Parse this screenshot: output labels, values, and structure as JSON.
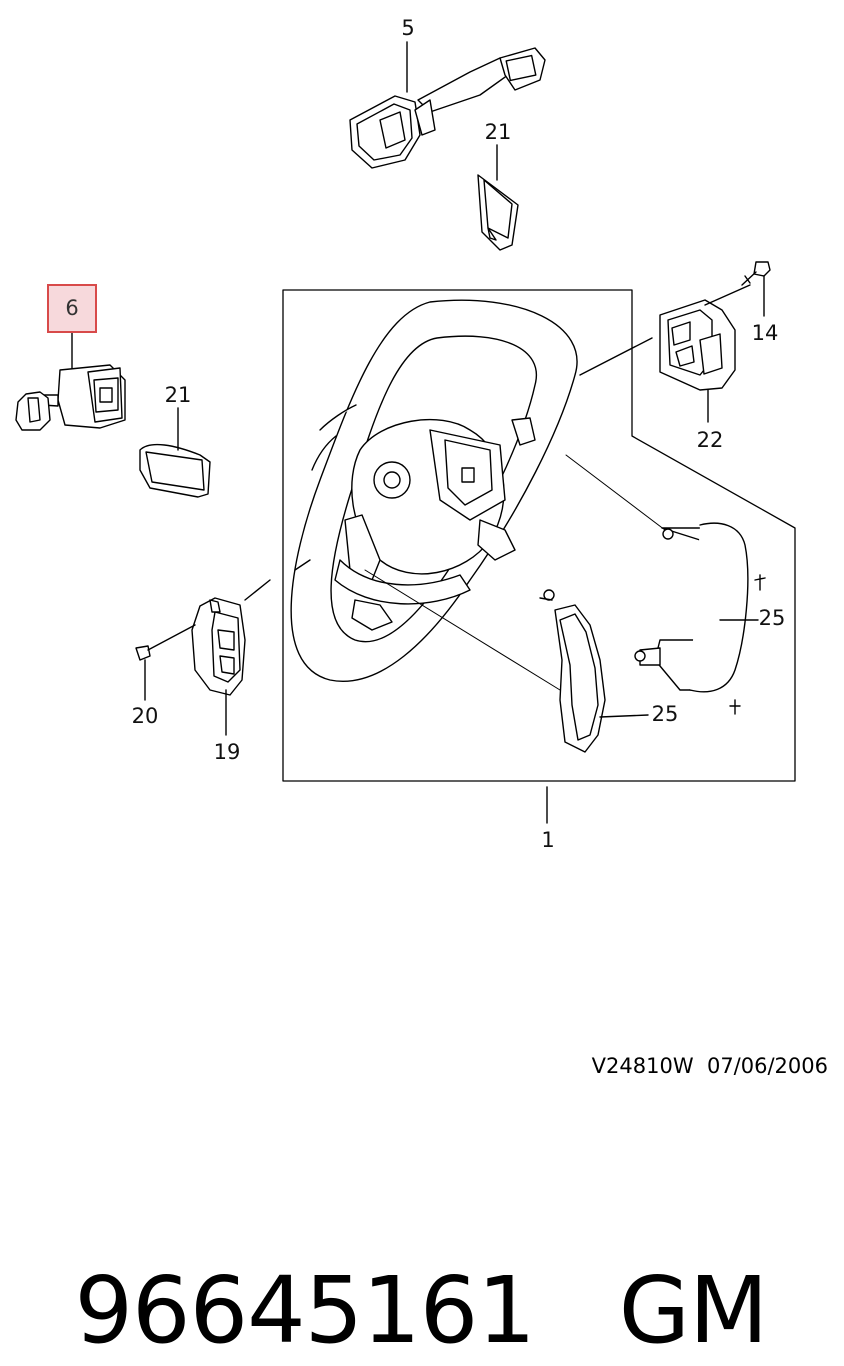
{
  "callouts": {
    "c5": "5",
    "c21_top": "21",
    "c6": "6",
    "c21_left": "21",
    "c14": "14",
    "c22": "22",
    "c25_upper": "25",
    "c25_lower": "25",
    "c20": "20",
    "c19": "19",
    "c1": "1"
  },
  "footer": {
    "reference": "V24810W  07/06/2006",
    "part_number": "96645161",
    "brand": "GM"
  },
  "colors": {
    "highlight_border": "#d84a4a",
    "highlight_fill": "#f7d9dc",
    "line": "#000000"
  }
}
